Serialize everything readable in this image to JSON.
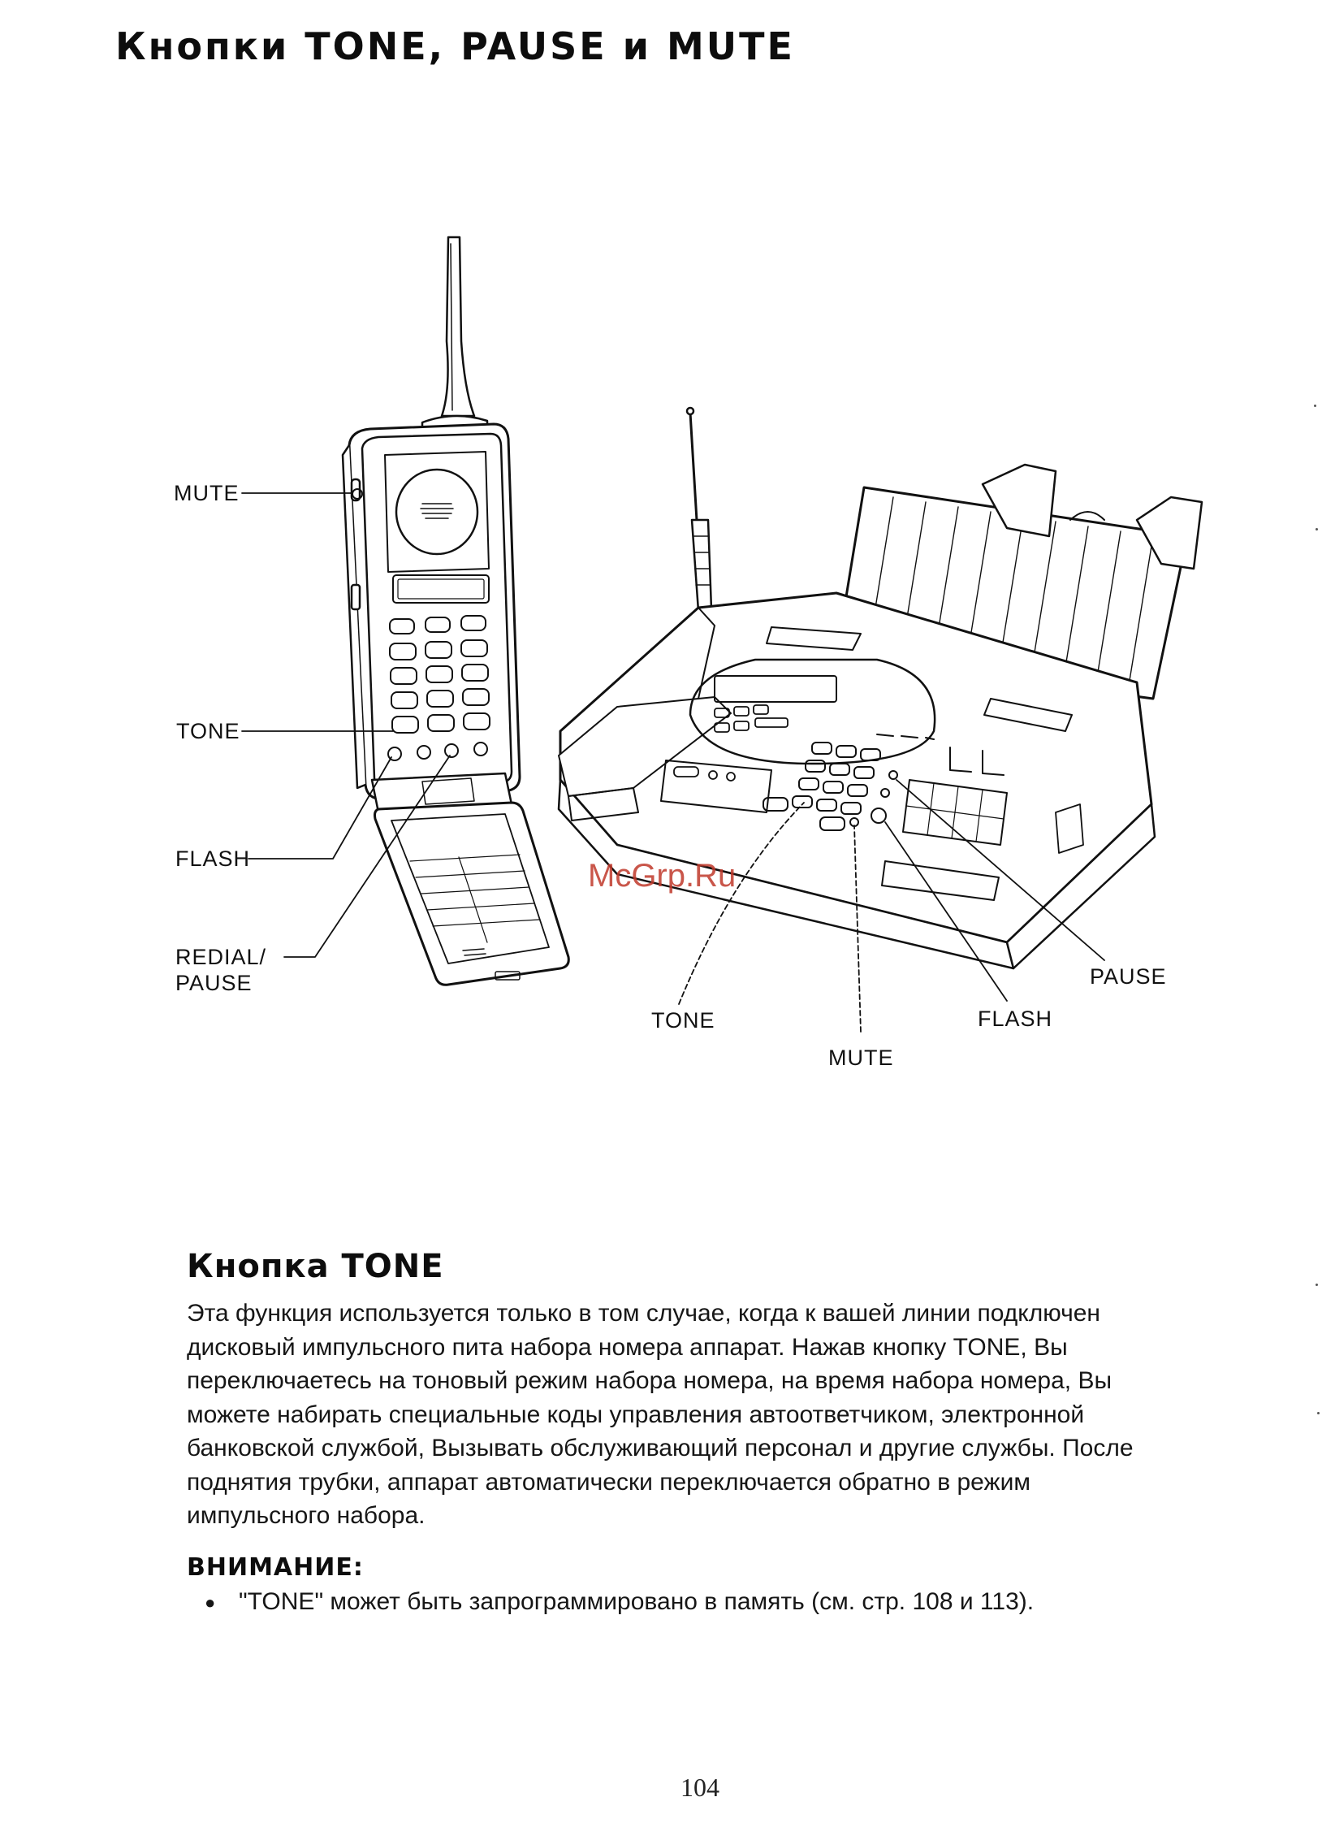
{
  "title": "Кнопки TONE, PAUSE и MUTE",
  "figure": {
    "handset_labels": {
      "mute": "MUTE",
      "tone": "TONE",
      "flash": "FLASH",
      "redial": "REDIAL/",
      "pause": "PAUSE"
    },
    "base_labels": {
      "tone": "TONE",
      "mute": "MUTE",
      "flash": "FLASH",
      "pause": "PAUSE"
    },
    "watermark": "McGrp.Ru"
  },
  "section": {
    "heading": "Кнопка TONE",
    "lines": [
      "Эта функция используется только в том случае, когда к вашей линии подключен",
      "дисковый импульсного пита набора номера аппарат. Нажав кнопку TONE, Вы",
      "переключаетесь на тоновый режим набора номера, на время набора номера, Вы",
      "можете набирать специальные коды управления автоответчиком, электронной",
      "банковской службой, Вызывать обслуживающий персонал и другие службы. После",
      "поднятия трубки, аппарат автоматически переключается обратно в режим",
      "импульсного набора."
    ]
  },
  "note": {
    "heading": "ВНИМАНИЕ:",
    "bullet": "●",
    "text": "\"TONE\" может быть запрограммировано в память (см. стр. 108 и 113)."
  },
  "page_number": "104"
}
